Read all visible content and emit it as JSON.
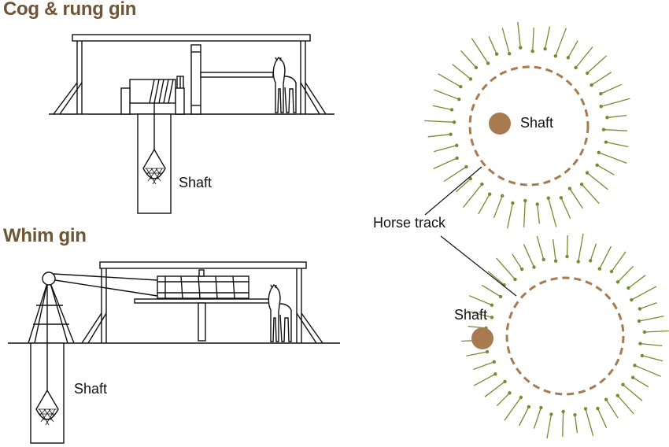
{
  "colors": {
    "title": "#6e5535",
    "track": "#a87a4f",
    "shaft_dot": "#a87a4f",
    "spikes": "#6f8f2e",
    "line": "#111111"
  },
  "cog_rung": {
    "title": "Cog & rung gin",
    "shaft_label": "Shaft"
  },
  "whim": {
    "title": "Whim gin",
    "shaft_label": "Shaft"
  },
  "plan_top": {
    "shaft_label": "Shaft"
  },
  "plan_bottom": {
    "shaft_label": "Shaft"
  },
  "horse_track_label": "Horse track",
  "icons": [
    "horse-icon",
    "kibble-bucket-icon",
    "winding-drum-icon",
    "pulley-wheel-icon"
  ]
}
